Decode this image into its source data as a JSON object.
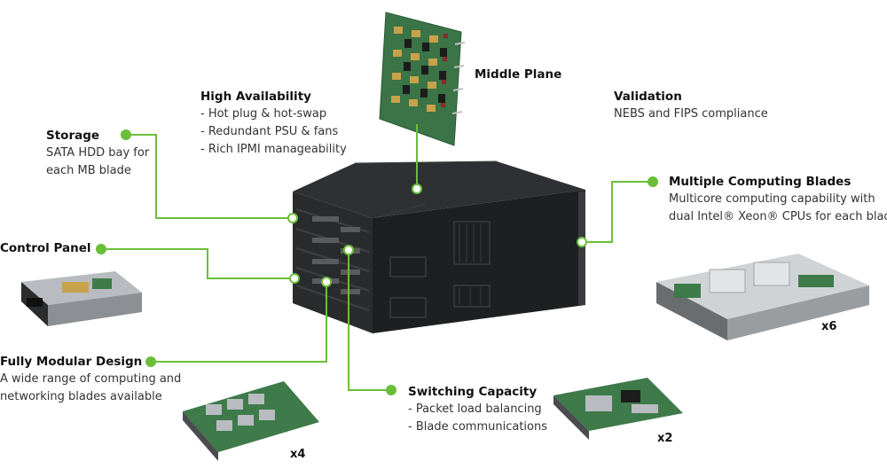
{
  "colors": {
    "accent": "#6abf3a",
    "chassis": "#1e1f21",
    "board": "#3e7a4a"
  },
  "callouts": {
    "high_availability": {
      "title": "High Availability",
      "lines": [
        "- Hot plug & hot-swap",
        "- Redundant PSU & fans",
        "- Rich IPMI manageability"
      ]
    },
    "middle_plane": {
      "title": "Middle Plane"
    },
    "validation": {
      "title": "Validation",
      "lines": [
        "NEBS and FIPS compliance"
      ]
    },
    "storage": {
      "title": "Storage",
      "lines": [
        "SATA HDD bay for",
        "each MB blade"
      ]
    },
    "multiple_computing_blades": {
      "title": "Multiple Computing Blades",
      "lines": [
        "Multicore computing capability with",
        "dual Intel® Xeon® CPUs for each blade"
      ]
    },
    "control_panel": {
      "title": "Control Panel"
    },
    "fully_modular_design": {
      "title": "Fully Modular Design",
      "lines": [
        "A wide range of computing and",
        "networking blades available"
      ]
    },
    "switching_capacity": {
      "title": "Switching Capacity",
      "lines": [
        "- Packet load balancing",
        "- Blade communications"
      ]
    }
  },
  "multipliers": {
    "computing_blade": "x6",
    "networking_blade": "x4",
    "switch_blade": "x2"
  },
  "icons": {
    "callout_dot": "green-dot-icon"
  }
}
